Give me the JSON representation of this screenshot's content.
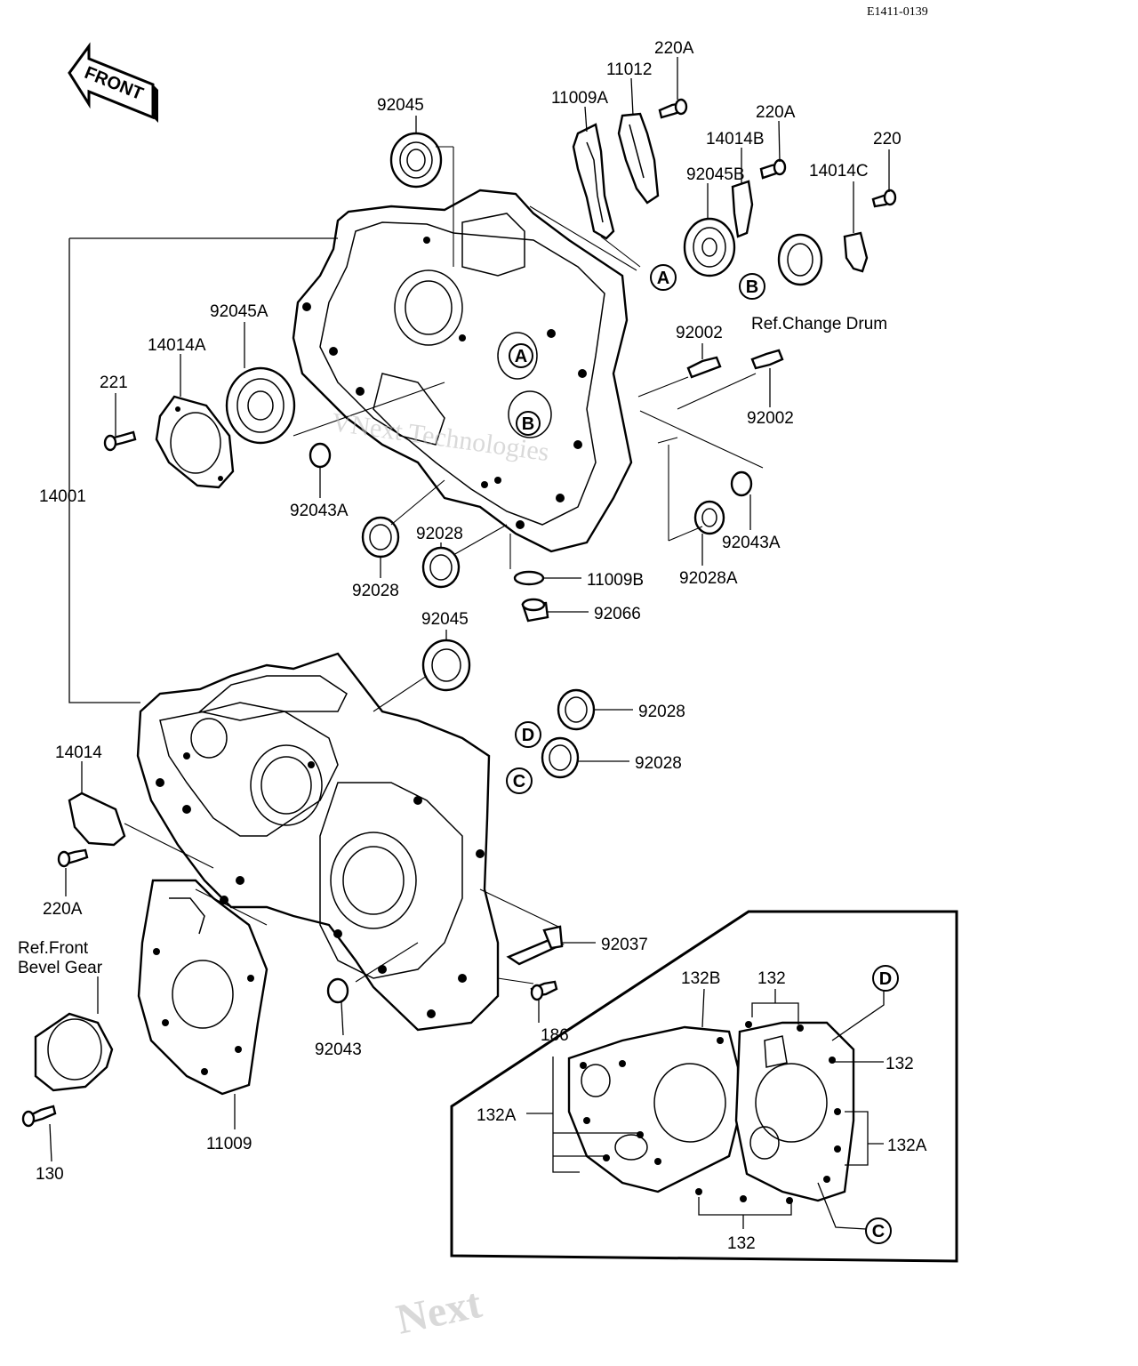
{
  "reference_code": "E1411-0139",
  "front_arrow_label": "FRONT",
  "watermark_text": "VNext Technologies",
  "watermark_fragment": "Next",
  "callouts": {
    "A": "A",
    "B": "B",
    "C": "C",
    "D": "D"
  },
  "notes": {
    "change_drum": "Ref.Change Drum",
    "front_bevel_line1": "Ref.Front",
    "front_bevel_line2": "Bevel Gear"
  },
  "parts": {
    "p220A_top": "220A",
    "p11012": "11012",
    "p11009A": "11009A",
    "p92045_top": "92045",
    "p220A_mid": "220A",
    "p14014B": "14014B",
    "p220": "220",
    "p92045B": "92045B",
    "p14014C": "14014C",
    "p92045A": "92045A",
    "p14014A": "14014A",
    "p221": "221",
    "p14001": "14001",
    "p92002_a": "92002",
    "p92002_b": "92002",
    "p92043A_left": "92043A",
    "p92043A_right": "92043A",
    "p92028_a": "92028",
    "p92028_b": "92028",
    "p92028A": "92028A",
    "p11009B": "11009B",
    "p92066": "92066",
    "p92045_mid": "92045",
    "p92028_d": "92028",
    "p92028_c": "92028",
    "p14014": "14014",
    "p220A_low": "220A",
    "p92037": "92037",
    "p92043": "92043",
    "p186": "186",
    "p11009": "11009",
    "p130": "130",
    "p132B": "132B",
    "p132_top": "132",
    "p132_right": "132",
    "p132A_left": "132A",
    "p132A_right": "132A",
    "p132_bottom": "132"
  }
}
